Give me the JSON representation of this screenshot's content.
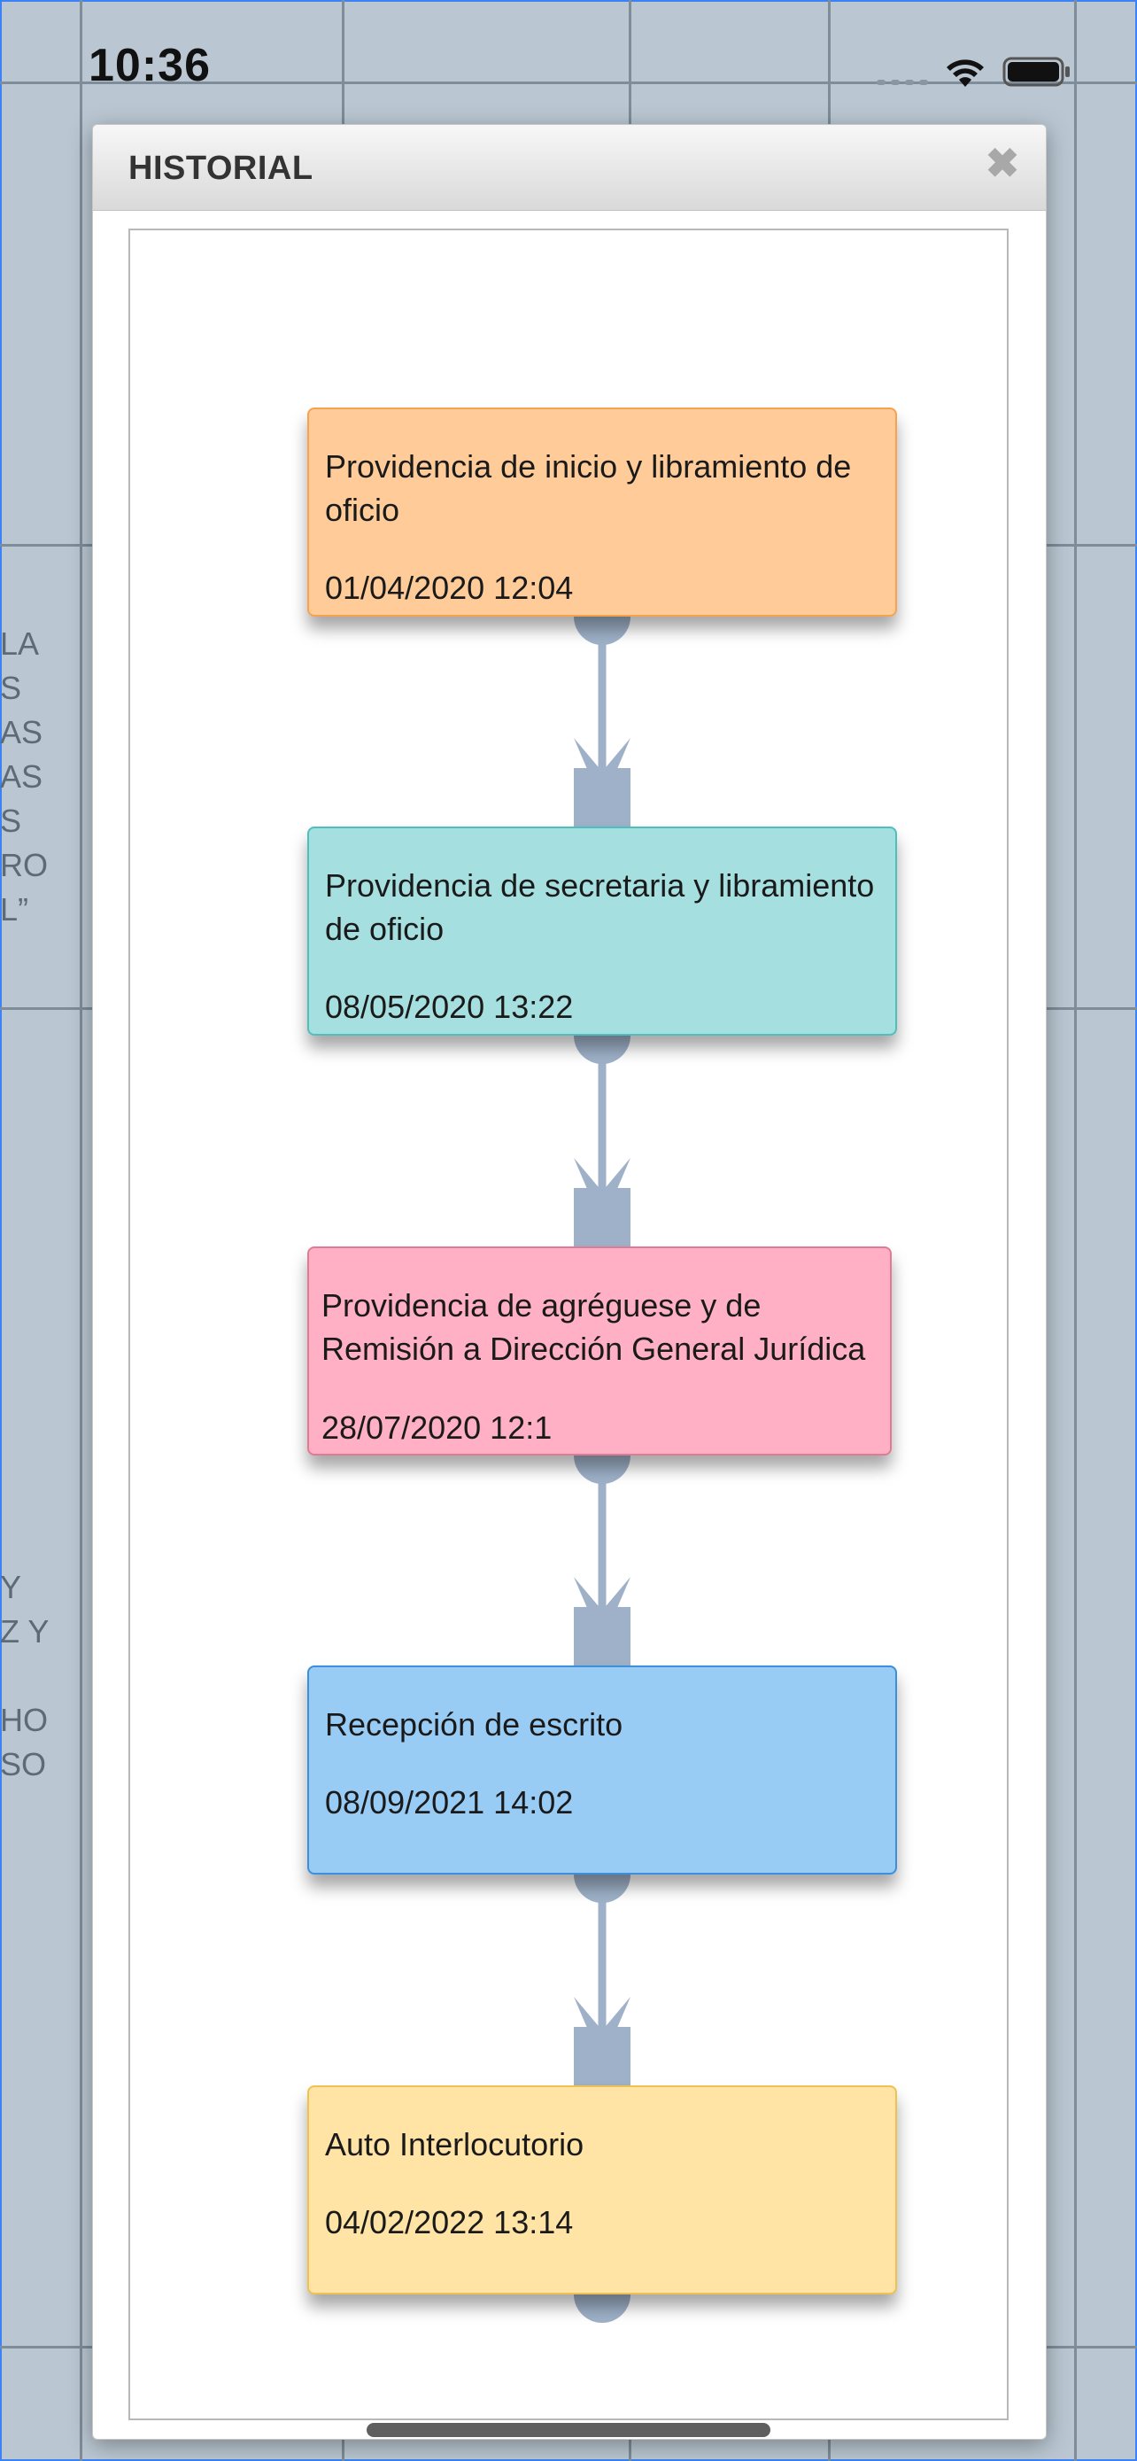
{
  "status_bar": {
    "time": "10:36"
  },
  "modal": {
    "title": "HISTORIAL",
    "close_icon": "close-icon"
  },
  "background_text": {
    "block1": "LA\nS\nAS\nAS\nS\nRO\nL”",
    "block2": "Y\nZ Y\n\nHO\nSO"
  },
  "timeline": {
    "nodes": [
      {
        "title": "Providencia de inicio y libramiento de oficio",
        "date": "01/04/2020 12:04",
        "fill": "#ffcc99",
        "border": "#f5a34f"
      },
      {
        "title": "Providencia de secretaria y libramiento de oficio",
        "date": "08/05/2020 13:22",
        "fill": "#a6dfe0",
        "border": "#4fbfbe"
      },
      {
        "title": "Providencia de agréguese y de Remisión a Dirección General Jurídica",
        "date": "28/07/2020 12:1",
        "fill": "#ffb0c4",
        "border": "#e27a96"
      },
      {
        "title": "Recepción de escrito",
        "date": "08/09/2021 14:02",
        "fill": "#99ccf5",
        "border": "#3d8fd9"
      },
      {
        "title": "Auto Interlocutorio",
        "date": "04/02/2022 13:14",
        "fill": "#ffe4a6",
        "border": "#f0c14f"
      }
    ],
    "connector_color": "#9eb1c8"
  }
}
